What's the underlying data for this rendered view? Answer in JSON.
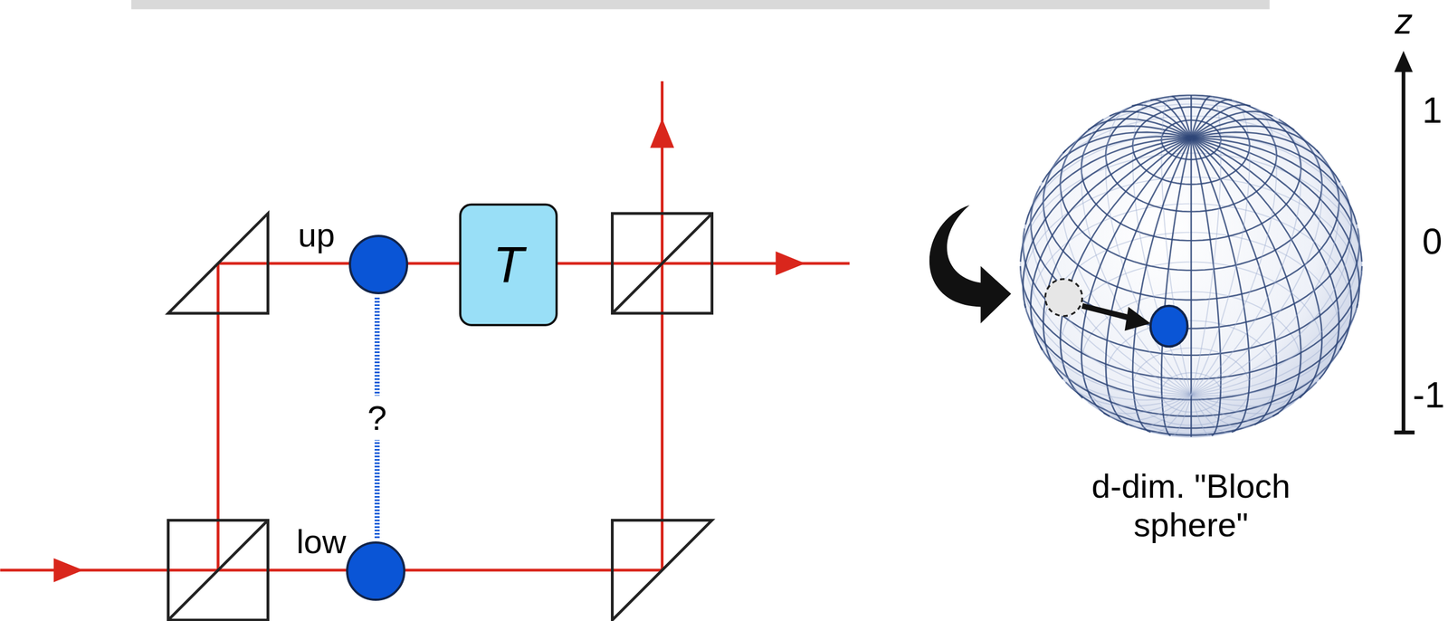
{
  "diagram": {
    "nodes": [
      {
        "text": [
          "up"
        ]
      },
      {
        "text": [
          "low"
        ]
      },
      {
        "text": [
          "T"
        ]
      }
    ],
    "edges": [
      {
        "from": 0,
        "to": 1,
        "arrow": "none",
        "label": "?"
      }
    ],
    "labels": [
      "d-dim. \"Bloch sphere\"",
      "z",
      "1",
      "0",
      "-1"
    ]
  }
}
